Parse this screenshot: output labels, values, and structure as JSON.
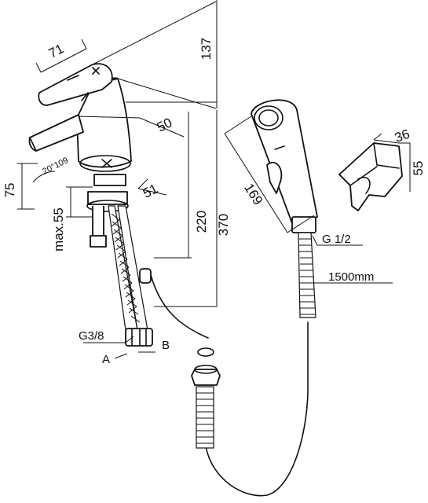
{
  "dimensions": {
    "handle_width": "71",
    "total_height": "137",
    "spout_reach": "50",
    "deck_thickness": "51",
    "rotation_angle": "20°109",
    "spout_height": "75",
    "max_deck": "max.55",
    "body_to_deck": "220",
    "overall_height": "370",
    "handshower_length": "169",
    "holder_depth": "36",
    "holder_height": "55"
  },
  "callouts": {
    "g_half": "G 1/2",
    "hose_length": "1500mm",
    "g_three_eighths": "G3/8",
    "point_a": "A",
    "point_b": "B"
  }
}
